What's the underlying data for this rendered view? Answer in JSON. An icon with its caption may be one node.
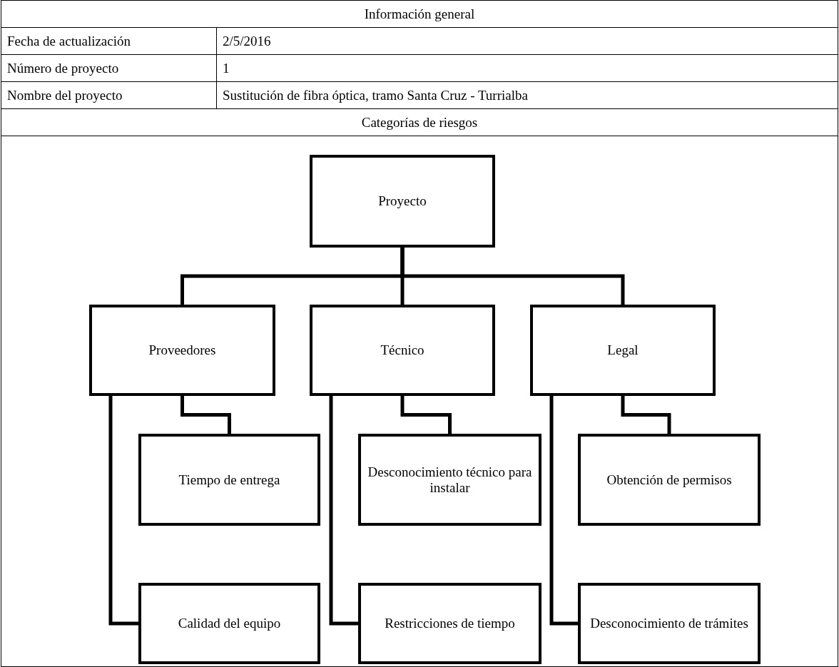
{
  "diagram": {
    "nodes": [
      {
        "text": [
          "Proyecto"
        ]
      },
      {
        "text": [
          "Proveedores"
        ]
      },
      {
        "text": [
          "Técnico"
        ]
      },
      {
        "text": [
          "Legal"
        ]
      },
      {
        "text": [
          "Tiempo de entrega"
        ]
      },
      {
        "text": [
          "Calidad del equipo"
        ]
      },
      {
        "text": [
          "Desconocimiento técnico para instalar"
        ]
      },
      {
        "text": [
          "Restricciones de tiempo"
        ]
      },
      {
        "text": [
          "Obtención de permisos"
        ]
      },
      {
        "text": [
          "Desconocimiento de trámites"
        ]
      }
    ],
    "edges": [
      {
        "from": 0,
        "to": 1,
        "arrow": "none"
      },
      {
        "from": 0,
        "to": 2,
        "arrow": "none"
      },
      {
        "from": 0,
        "to": 3,
        "arrow": "none"
      },
      {
        "from": 1,
        "to": 4,
        "arrow": "none"
      },
      {
        "from": 1,
        "to": 5,
        "arrow": "none"
      },
      {
        "from": 2,
        "to": 6,
        "arrow": "none"
      },
      {
        "from": 2,
        "to": 7,
        "arrow": "none"
      },
      {
        "from": 3,
        "to": 8,
        "arrow": "none"
      },
      {
        "from": 3,
        "to": 9,
        "arrow": "none"
      }
    ],
    "labels": [
      "Información general",
      "Fecha de actualización",
      "2/5/2016",
      "Número de proyecto",
      "1",
      "Nombre del proyecto",
      "Sustitución de fibra óptica, tramo Santa Cruz - Turrialba",
      "Categorías de riesgos"
    ]
  }
}
